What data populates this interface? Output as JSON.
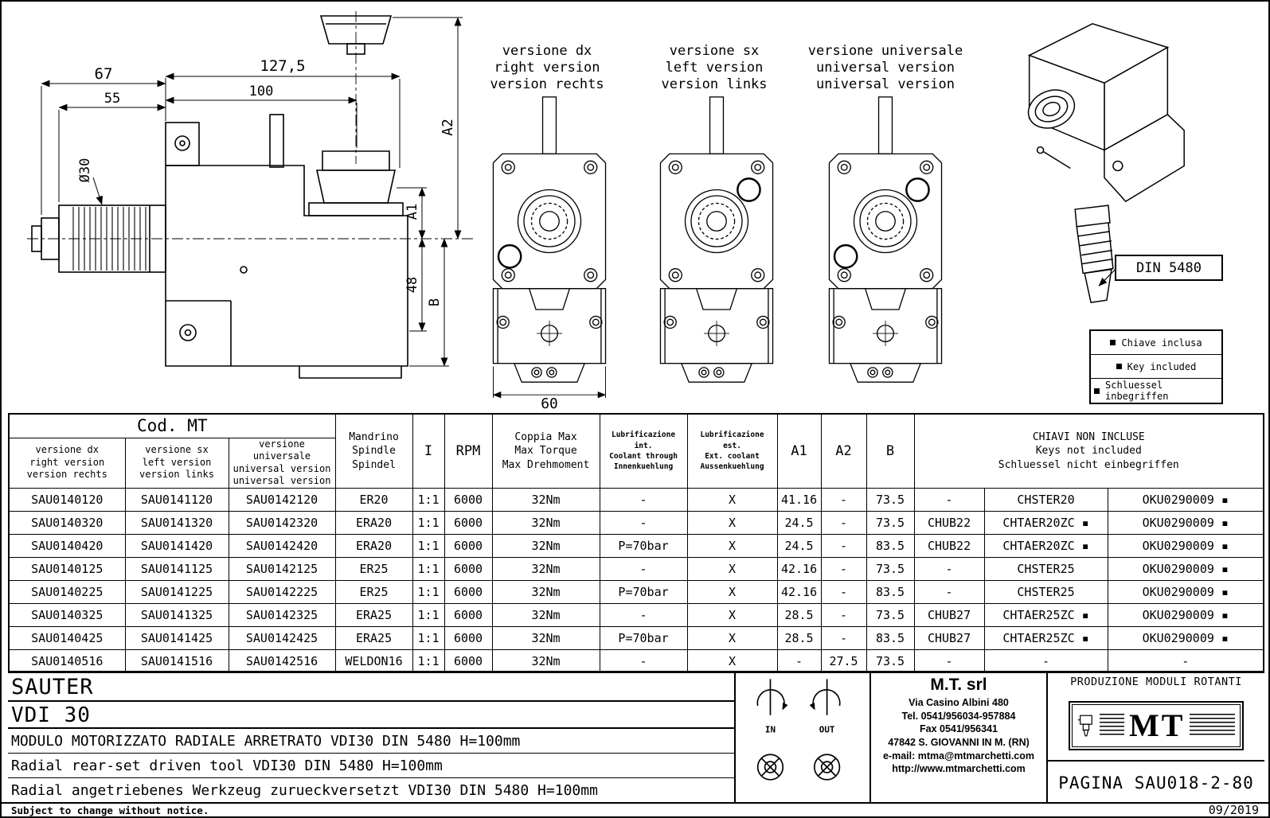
{
  "page": {
    "subject_note": "Subject to change without notice.",
    "date": "09/2019"
  },
  "drawing": {
    "dimensions": {
      "d67": "67",
      "d55": "55",
      "d127_5": "127,5",
      "d100": "100",
      "d30": "Ø30",
      "a1": "A1",
      "a2": "A2",
      "d48": "48",
      "b": "B",
      "d60": "60"
    },
    "view_labels": {
      "right": "versione dx\nright version\nversion rechts",
      "left": "versione sx\nleft version\nversion links",
      "universal": "versione universale\nuniversal version\nuniversal version"
    },
    "din_callout": "DIN 5480",
    "key_legend": [
      "Chiave inclusa",
      "Key included",
      "Schluessel inbegriffen"
    ]
  },
  "table": {
    "header": {
      "cod_mt": "Cod. MT",
      "versions": [
        "versione dx\nright version\nversion rechts",
        "versione sx\nleft version\nversion links",
        "versione universale\nuniversal version\nuniversal version"
      ],
      "spindle": "Mandrino\nSpindle\nSpindel",
      "ratio": "I",
      "rpm": "RPM",
      "torque": "Coppia Max\nMax Torque\nMax Drehmoment",
      "coolant_int": "Lubrificazione int.\nCoolant through\nInnenkuehlung",
      "coolant_ext": "Lubrificazione est.\nExt. coolant\nAussenkuehlung",
      "a1": "A1",
      "a2": "A2",
      "b": "B",
      "keys": "CHIAVI NON INCLUSE\nKeys not included\nSchluessel nicht einbegriffen"
    },
    "rows": [
      [
        "SAU0140120",
        "SAU0141120",
        "SAU0142120",
        "ER20",
        "1:1",
        "6000",
        "32Nm",
        "-",
        "X",
        "41.16",
        "-",
        "73.5",
        "-",
        "CHSTER20",
        "OKU0290009 ▪"
      ],
      [
        "SAU0140320",
        "SAU0141320",
        "SAU0142320",
        "ERA20",
        "1:1",
        "6000",
        "32Nm",
        "-",
        "X",
        "24.5",
        "-",
        "73.5",
        "CHUB22",
        "CHTAER20ZC ▪",
        "OKU0290009 ▪"
      ],
      [
        "SAU0140420",
        "SAU0141420",
        "SAU0142420",
        "ERA20",
        "1:1",
        "6000",
        "32Nm",
        "P=70bar",
        "X",
        "24.5",
        "-",
        "83.5",
        "CHUB22",
        "CHTAER20ZC ▪",
        "OKU0290009 ▪"
      ],
      [
        "SAU0140125",
        "SAU0141125",
        "SAU0142125",
        "ER25",
        "1:1",
        "6000",
        "32Nm",
        "-",
        "X",
        "42.16",
        "-",
        "73.5",
        "-",
        "CHSTER25",
        "OKU0290009 ▪"
      ],
      [
        "SAU0140225",
        "SAU0141225",
        "SAU0142225",
        "ER25",
        "1:1",
        "6000",
        "32Nm",
        "P=70bar",
        "X",
        "42.16",
        "-",
        "83.5",
        "-",
        "CHSTER25",
        "OKU0290009 ▪"
      ],
      [
        "SAU0140325",
        "SAU0141325",
        "SAU0142325",
        "ERA25",
        "1:1",
        "6000",
        "32Nm",
        "-",
        "X",
        "28.5",
        "-",
        "73.5",
        "CHUB27",
        "CHTAER25ZC ▪",
        "OKU0290009 ▪"
      ],
      [
        "SAU0140425",
        "SAU0141425",
        "SAU0142425",
        "ERA25",
        "1:1",
        "6000",
        "32Nm",
        "P=70bar",
        "X",
        "28.5",
        "-",
        "83.5",
        "CHUB27",
        "CHTAER25ZC ▪",
        "OKU0290009 ▪"
      ],
      [
        "SAU0140516",
        "SAU0141516",
        "SAU0142516",
        "WELDON16",
        "1:1",
        "6000",
        "32Nm",
        "-",
        "X",
        "-",
        "27.5",
        "73.5",
        "-",
        "-",
        "-"
      ]
    ]
  },
  "footer": {
    "brand": "SAUTER",
    "model": "VDI 30",
    "description_it": "MODULO MOTORIZZATO RADIALE ARRETRATO VDI30 DIN 5480 H=100mm",
    "description_en": "Radial rear-set driven tool VDI30 DIN 5480 H=100mm",
    "description_de": "Radial angetriebenes Werkzeug zurueckversetzt VDI30 DIN 5480 H=100mm",
    "rotation": {
      "in": "IN",
      "out": "OUT"
    },
    "company": {
      "name": "M.T. srl",
      "address": "Via Casino Albini 480",
      "tel": "Tel. 0541/956034-957884",
      "fax": "Fax 0541/956341",
      "city": "47842 S. GIOVANNI IN M. (RN)",
      "email": "e-mail: mtma@mtmarchetti.com",
      "web": "http://www.mtmarchetti.com"
    },
    "production": "PRODUZIONE MODULI ROTANTI",
    "logo_text": "MT",
    "page_ref": "PAGINA SAU018-2-80"
  }
}
